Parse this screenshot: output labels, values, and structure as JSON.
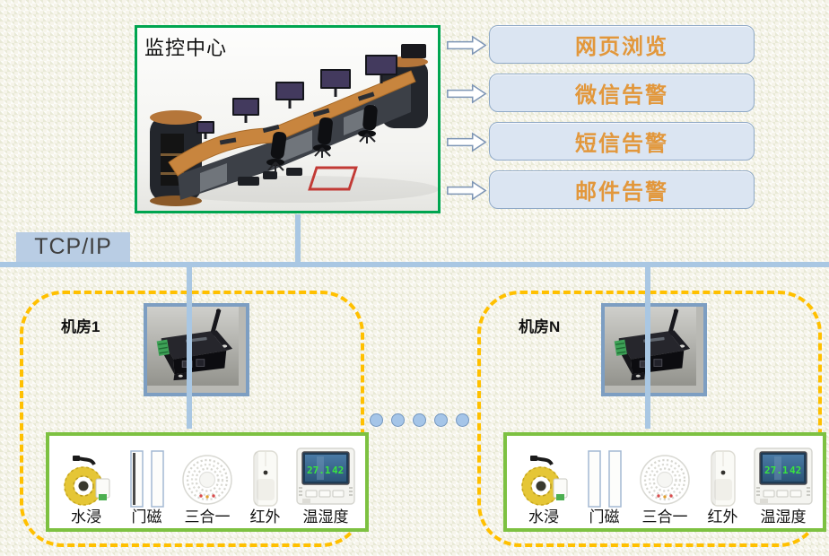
{
  "monitoring_center": {
    "label": "监控中心"
  },
  "alerts": [
    {
      "label": "网页浏览"
    },
    {
      "label": "微信告警"
    },
    {
      "label": "短信告警"
    },
    {
      "label": "邮件告警"
    }
  ],
  "network": {
    "label": "TCP/IP"
  },
  "rooms": [
    {
      "name": "机房1",
      "sensors": [
        "水浸",
        "门磁",
        "三合一",
        "红外",
        "温湿度"
      ]
    },
    {
      "name": "机房N",
      "sensors": [
        "水浸",
        "门磁",
        "三合一",
        "红外",
        "温湿度"
      ]
    }
  ],
  "temp_display": {
    "temperature": "27.1",
    "humidity": "42"
  },
  "ellipsis_dot_count": 5,
  "icons": {
    "console": "control-room-console-photo",
    "gateway": "gateway-device-photo",
    "arrow": "right-block-arrow-icon",
    "water": "water-leak-sensor-icon",
    "door": "door-magnet-icon",
    "combo": "three-in-one-detector-icon",
    "infrared": "pir-sensor-icon",
    "temp": "temp-humidity-meter-icon"
  },
  "colors": {
    "center_border_green": "#00A550",
    "room_dash_orange": "#FFC000",
    "sensor_border_green": "#7DC141",
    "alert_text": "#E2973B",
    "alert_fill": "#DBE5F2",
    "alert_border": "#8FA9C7",
    "line_blue": "#A9C7E3",
    "tcp_fill": "#B9CDE4"
  }
}
